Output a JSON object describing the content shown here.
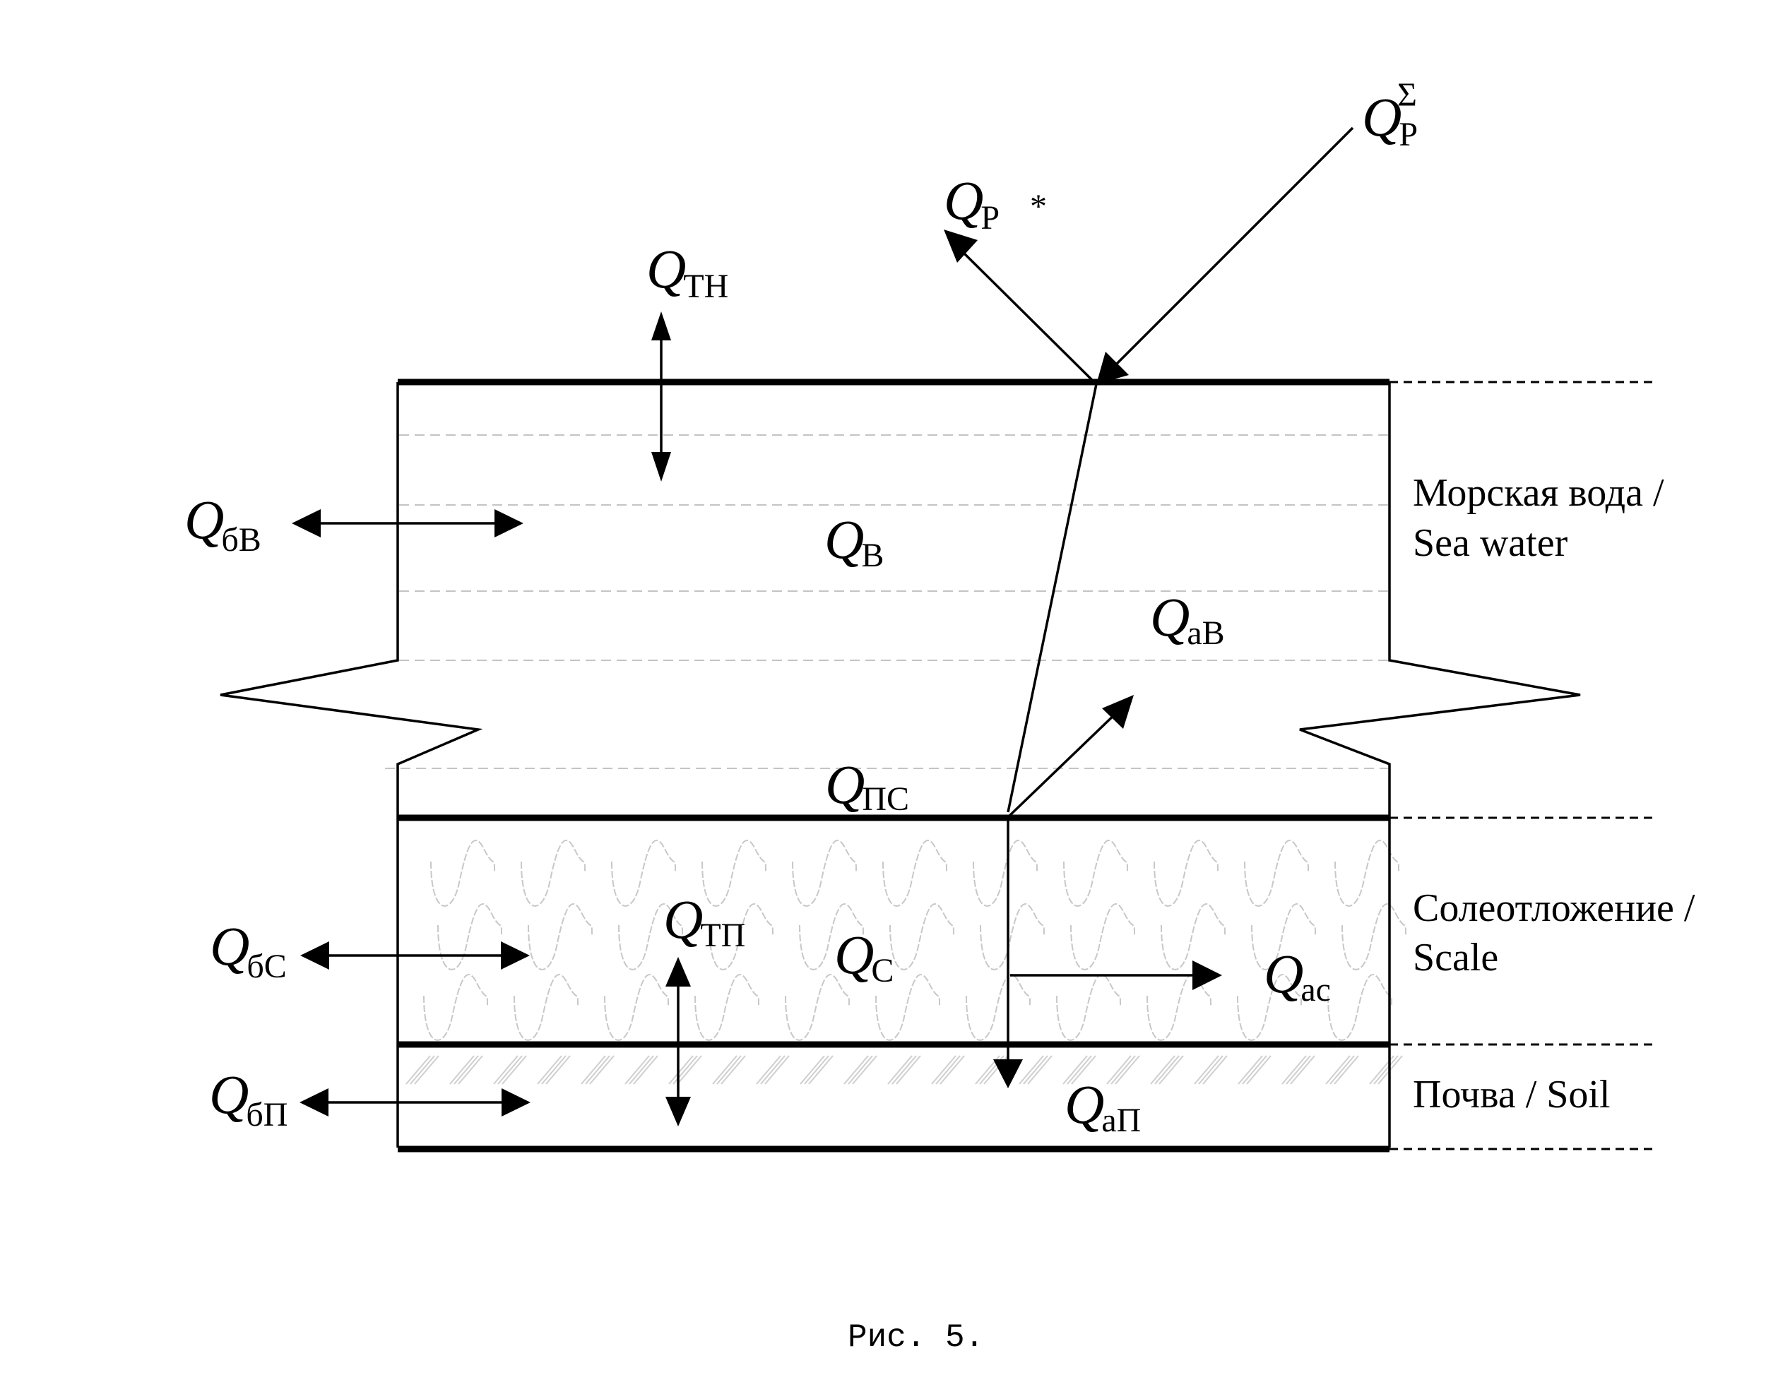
{
  "figure": {
    "caption": "Рис. 5.",
    "layers": [
      {
        "id": "water",
        "label_line1": "Морская вода /",
        "label_line2": "Sea water"
      },
      {
        "id": "scale",
        "label_line1": "Солеотложение /",
        "label_line2": "Scale"
      },
      {
        "id": "soil",
        "label_line1": "Почва / Soil"
      }
    ],
    "fluxes": {
      "q_p_sigma": {
        "symbol": "Q",
        "sub": "P",
        "sup": "Σ"
      },
      "q_p_star": {
        "symbol": "Q",
        "sub": "P",
        "mark": "*"
      },
      "q_tn": {
        "symbol": "Q",
        "sub": "TH"
      },
      "q_bv": {
        "symbol": "Q",
        "sub": "бВ"
      },
      "q_v": {
        "symbol": "Q",
        "sub": "В"
      },
      "q_av": {
        "symbol": "Q",
        "sub": "аВ"
      },
      "q_ps": {
        "symbol": "Q",
        "sub": "ПС"
      },
      "q_bs": {
        "symbol": "Q",
        "sub": "бС"
      },
      "q_tp": {
        "symbol": "Q",
        "sub": "ТП"
      },
      "q_s": {
        "symbol": "Q",
        "sub": "С"
      },
      "q_as": {
        "symbol": "Q",
        "sub": "ас"
      },
      "q_bp": {
        "symbol": "Q",
        "sub": "бП"
      },
      "q_ap": {
        "symbol": "Q",
        "sub": "аП"
      }
    }
  }
}
